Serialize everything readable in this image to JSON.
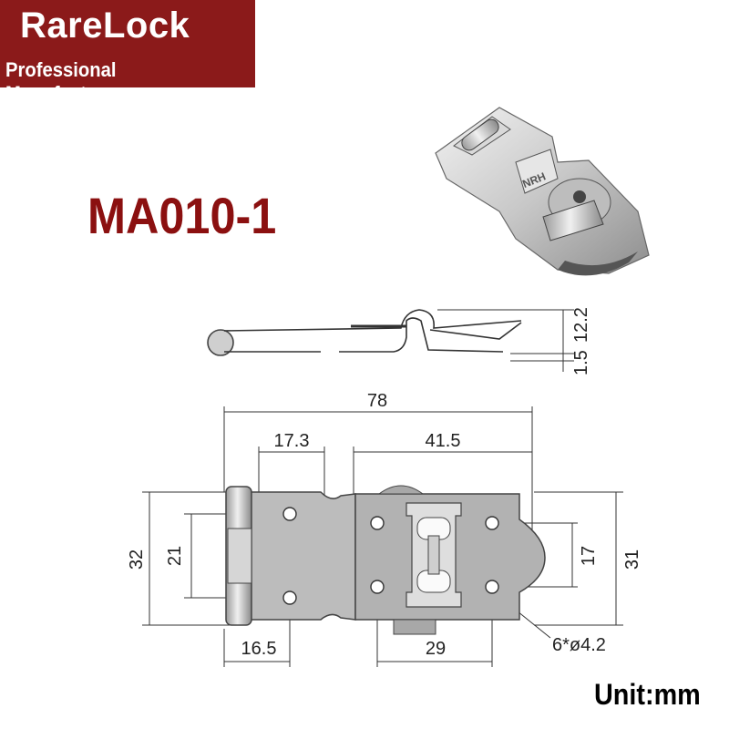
{
  "brand": {
    "name": "RareLock",
    "tagline": "Professional Manufacturer",
    "color": "#8b1a1a"
  },
  "product": {
    "model": "MA010-1",
    "stamp": "NRH"
  },
  "dimensions": {
    "overall_length": "78",
    "hinge_to_slot": "17.3",
    "slot_to_end": "41.5",
    "total_width": "32",
    "hole_spacing_left": "21",
    "hole_spacing_right": "17",
    "staple_width": "31",
    "hinge_offset": "16.5",
    "staple_hole_spacing": "29",
    "holes": "6*ø4.2",
    "side_height": "12.2",
    "thickness": "1.5"
  },
  "unit_label": "Unit:mm"
}
